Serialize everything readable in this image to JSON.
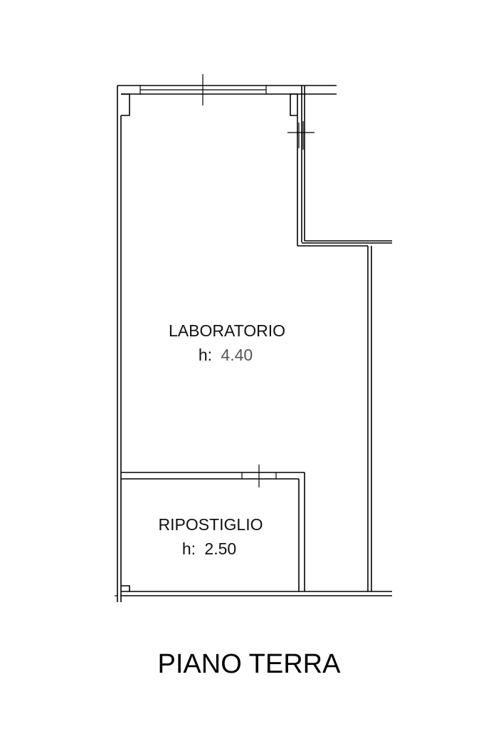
{
  "rooms": [
    {
      "name": "LABORATORIO",
      "height_prefix": "h:",
      "height_value": "4.40"
    },
    {
      "name": "RIPOSTIGLIO",
      "height_prefix": "h:",
      "height_value": "2.50"
    }
  ],
  "floor_title": "PIANO TERRA",
  "colors": {
    "line": "#000000",
    "text": "#111111",
    "background": "#ffffff"
  }
}
